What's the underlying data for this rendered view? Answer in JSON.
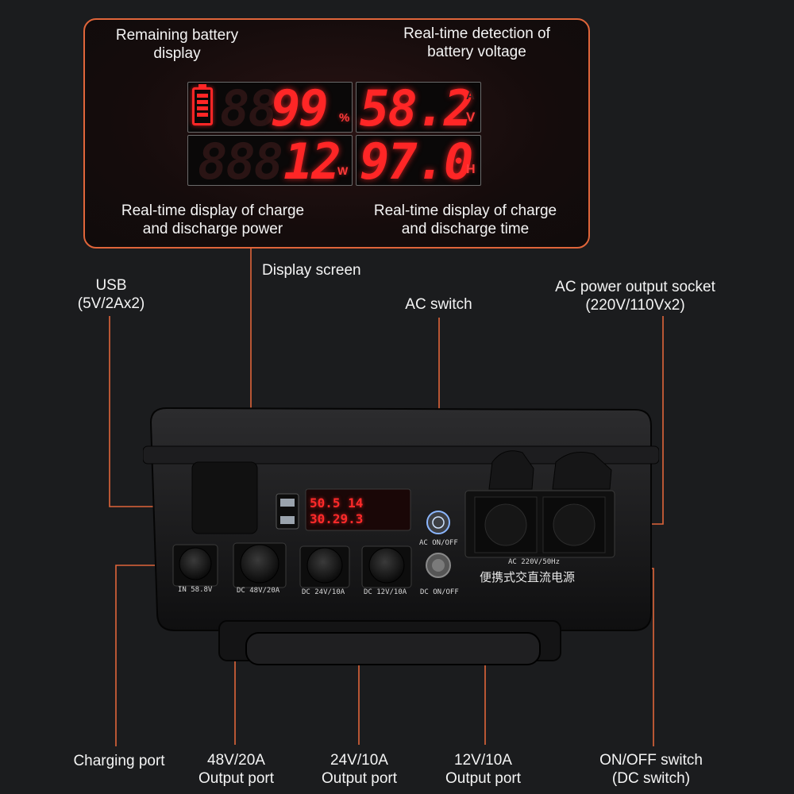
{
  "callout": {
    "labels": {
      "battery_display": [
        "Remaining battery",
        "display"
      ],
      "voltage_detection": [
        "Real-time detection of",
        "battery voltage"
      ],
      "power_display": [
        "Real-time display of charge",
        "and discharge power"
      ],
      "time_display": [
        "Real-time display of charge",
        "and discharge time"
      ]
    },
    "readouts": {
      "battery_percent": "99",
      "battery_unit": "%",
      "voltage": "58.2",
      "voltage_unit": "V",
      "current_unit_dim": "A",
      "power": "12",
      "power_unit": "W",
      "time": "97.0",
      "time_unit": "H"
    }
  },
  "labels": {
    "display_screen": "Display screen",
    "usb": [
      "USB",
      "(5V/2Ax2)"
    ],
    "ac_switch": "AC switch",
    "ac_socket": [
      "AC power output socket",
      "(220V/110Vx2)"
    ],
    "charging_port": "Charging port",
    "out_48v": [
      "48V/20A",
      "Output port"
    ],
    "out_24v": [
      "24V/10A",
      "Output port"
    ],
    "out_12v": [
      "12V/10A",
      "Output port"
    ],
    "dc_switch": [
      "ON/OFF switch",
      "(DC switch)"
    ]
  },
  "device": {
    "small_display": {
      "line1": "50.5 14",
      "line2": "30.29.3"
    },
    "port_labels": {
      "in": "IN 58.8V",
      "dc48": "DC 48V/20A",
      "dc24": "DC 24V/10A",
      "dc12": "DC 12V/10A",
      "dc_switch": "DC ON/OFF",
      "ac_switch": "AC ON/OFF",
      "ac_rating": "AC 220V/50Hz"
    },
    "chinese_label": "便携式交直流电源"
  },
  "colors": {
    "accent": "#e0653a",
    "lcd_red": "#ff2626",
    "background": "#1b1c1e"
  }
}
